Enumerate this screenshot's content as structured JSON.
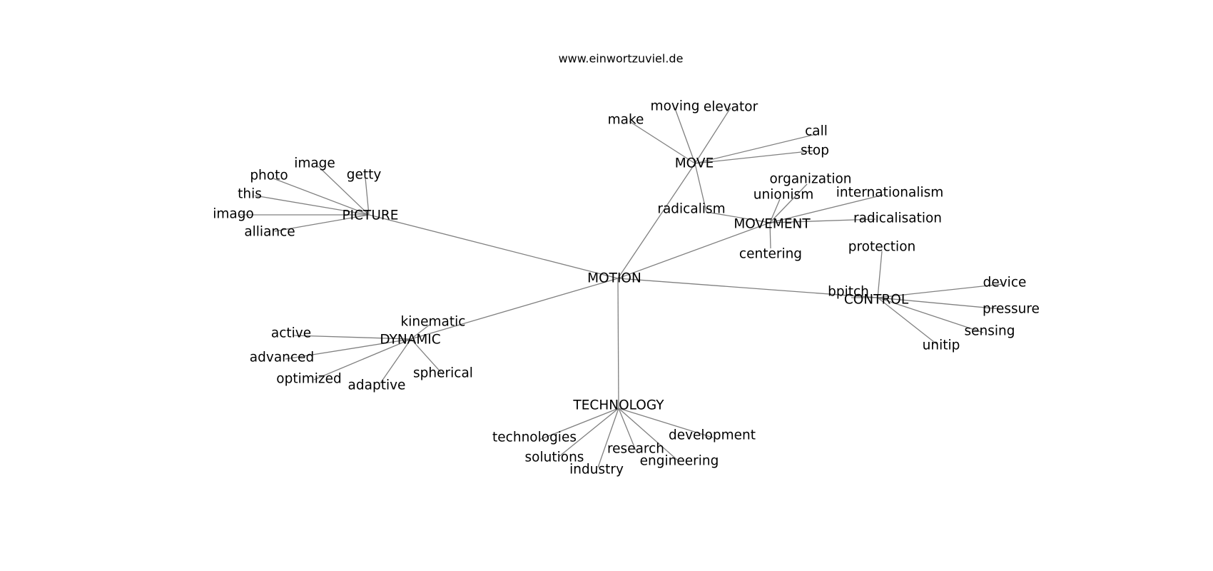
{
  "site_url": "www.einwortzuviel.de",
  "center": "MOTION",
  "clusters": [
    {
      "hub": "MOVE",
      "leaves": [
        "make",
        "moving",
        "elevator",
        "call",
        "stop",
        "radicalism"
      ]
    },
    {
      "hub": "PICTURE",
      "leaves": [
        "image",
        "getty",
        "photo",
        "this",
        "imago",
        "alliance"
      ]
    },
    {
      "hub": "MOVEMENT",
      "leaves": [
        "organization",
        "unionism",
        "internationalism",
        "radicalisation",
        "centering"
      ]
    },
    {
      "hub": "CONTROL",
      "leaves": [
        "protection",
        "bpitch",
        "device",
        "pressure",
        "sensing",
        "unitip"
      ]
    },
    {
      "hub": "DYNAMIC",
      "leaves": [
        "kinematic",
        "active",
        "advanced",
        "optimized",
        "adaptive",
        "spherical"
      ]
    },
    {
      "hub": "TECHNOLOGY",
      "leaves": [
        "technologies",
        "solutions",
        "industry",
        "research",
        "engineering",
        "development"
      ]
    }
  ]
}
